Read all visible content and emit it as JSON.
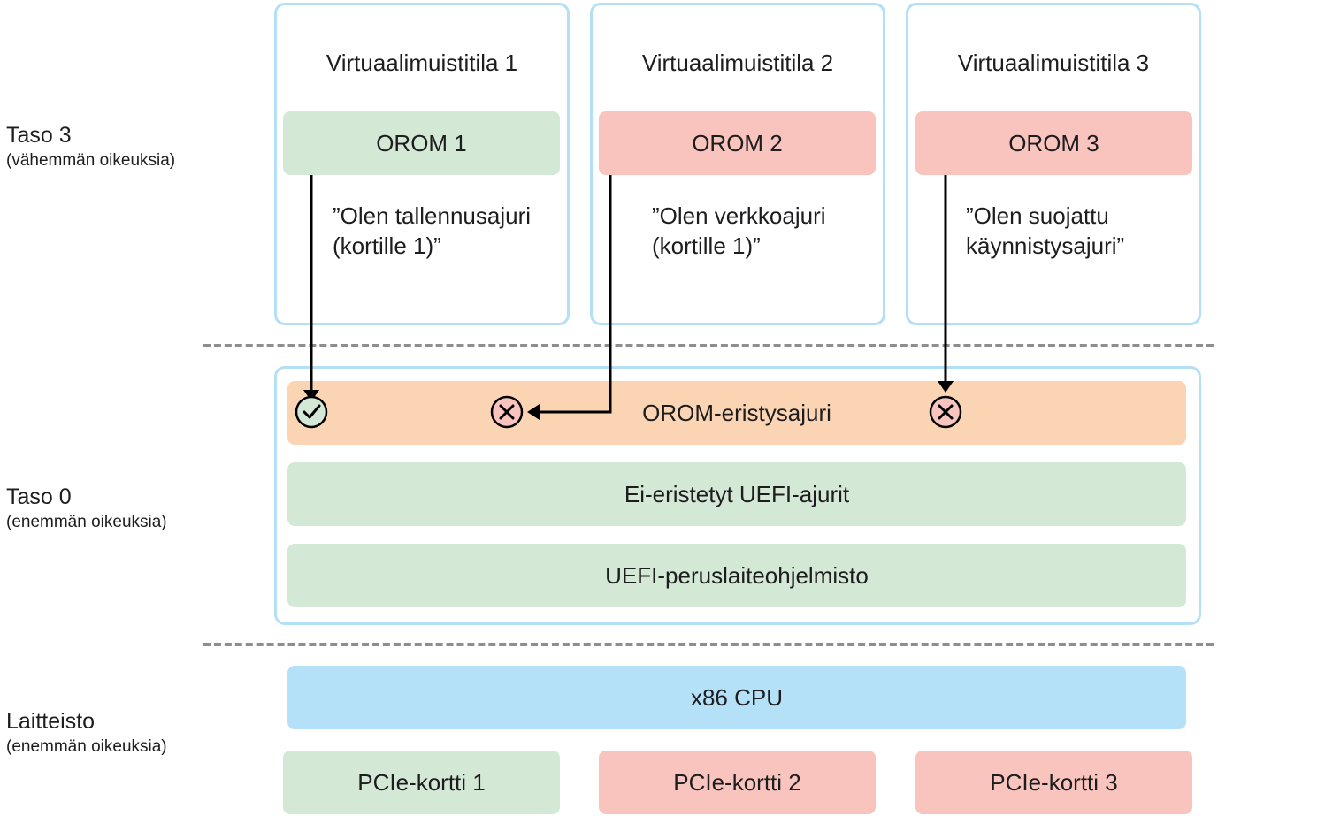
{
  "levels": {
    "level3": {
      "title": "Taso 3",
      "subtitle": "(vähemmän oikeuksia)"
    },
    "level0": {
      "title": "Taso 0",
      "subtitle": "(enemmän oikeuksia)"
    },
    "hardware": {
      "title": "Laitteisto",
      "subtitle": "(enemmän oikeuksia)"
    }
  },
  "vms": [
    {
      "title": "Virtuaalimuistitila 1",
      "orom": "OROM 1",
      "quote_l1": "”Olen tallennusajuri",
      "quote_l2": "(kortille 1)”",
      "status": "allowed"
    },
    {
      "title": "Virtuaalimuistitila 2",
      "orom": "OROM 2",
      "quote_l1": "”Olen verkkoajuri",
      "quote_l2": "(kortille 1)”",
      "status": "blocked"
    },
    {
      "title": "Virtuaalimuistitila 3",
      "orom": "OROM 3",
      "quote_l1": "”Olen suojattu",
      "quote_l2": "käynnistysajuri”",
      "status": "blocked"
    }
  ],
  "level0_layers": {
    "isolation": "OROM-eristysajuri",
    "uefi_drivers": "Ei-eristetyt UEFI-ajurit",
    "uefi_firmware": "UEFI-peruslaiteohjelmisto"
  },
  "hardware": {
    "cpu": "x86 CPU",
    "cards": [
      "PCIe-kortti 1",
      "PCIe-kortti 2",
      "PCIe-kortti 3"
    ]
  },
  "colors": {
    "allowed": "#d4e8d6",
    "blocked": "#f8c4bd",
    "isolation": "#fbd5b3",
    "cpu": "#b4e1f8",
    "border": "#b3e0f7"
  },
  "icons": {
    "allowed": "checkmark-icon",
    "blocked": "x-mark-icon"
  }
}
